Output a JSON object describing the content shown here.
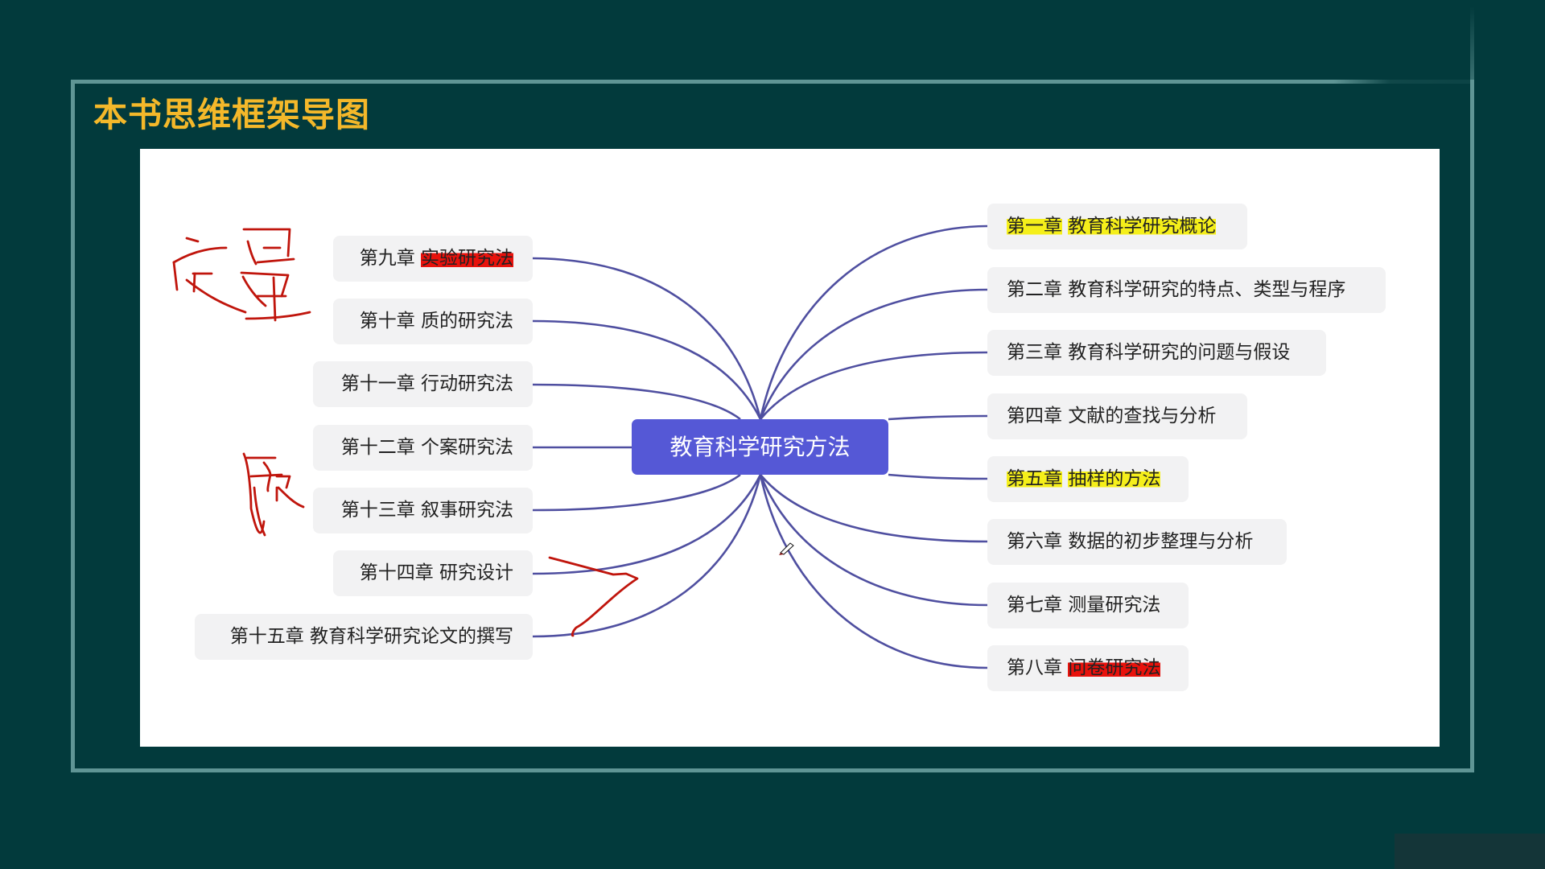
{
  "slide": {
    "title": "本书思维框架导图",
    "colors": {
      "background": "#023a3c",
      "frame": "#5f9595",
      "title": "#f4b82a",
      "center_node": "#5558d6",
      "connector": "#4f4fa0",
      "node_bg": "#f2f2f3",
      "ink_red": "#c0150c",
      "highlight_yellow": "#f5ef1a",
      "highlight_red": "#e8120c"
    }
  },
  "mindmap": {
    "center": "教育科学研究方法",
    "right_nodes": [
      {
        "chapter": "第一章",
        "title": "教育科学研究概论",
        "highlight": "yellow"
      },
      {
        "chapter": "第二章",
        "title": "教育科学研究的特点、类型与程序",
        "highlight": ""
      },
      {
        "chapter": "第三章",
        "title": "教育科学研究的问题与假设",
        "highlight": ""
      },
      {
        "chapter": "第四章",
        "title": "文献的查找与分析",
        "highlight": ""
      },
      {
        "chapter": "第五章",
        "title": "抽样的方法",
        "highlight": "yellow"
      },
      {
        "chapter": "第六章",
        "title": "数据的初步整理与分析",
        "highlight": ""
      },
      {
        "chapter": "第七章",
        "title": "测量研究法",
        "highlight": ""
      },
      {
        "chapter": "第八章",
        "title": "问卷研究法",
        "highlight": "red"
      }
    ],
    "left_nodes": [
      {
        "chapter": "第九章",
        "title": "实验研究法",
        "highlight": "red"
      },
      {
        "chapter": "第十章",
        "title": "质的研究法",
        "highlight": ""
      },
      {
        "chapter": "第十一章",
        "title": "行动研究法",
        "highlight": ""
      },
      {
        "chapter": "第十二章",
        "title": "个案研究法",
        "highlight": ""
      },
      {
        "chapter": "第十三章",
        "title": "叙事研究法",
        "highlight": ""
      },
      {
        "chapter": "第十四章",
        "title": "研究设计",
        "highlight": ""
      },
      {
        "chapter": "第十五章",
        "title": "教育科学研究论文的撰写",
        "highlight": ""
      }
    ]
  },
  "annotations": {
    "handwritten": [
      "定量",
      "质"
    ],
    "bracket": "bracket-mark"
  }
}
